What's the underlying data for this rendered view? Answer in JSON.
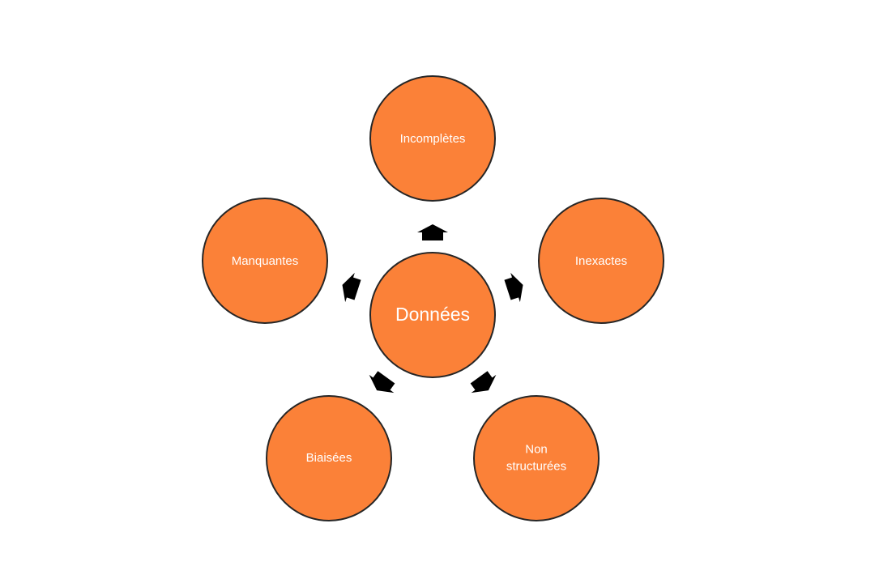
{
  "diagram": {
    "center": {
      "label": "Données"
    },
    "nodes": [
      {
        "id": "incompletes",
        "label": "Incomplètes"
      },
      {
        "id": "inexactes",
        "label": "Inexactes"
      },
      {
        "id": "non-structurees",
        "label": "Non structurées"
      },
      {
        "id": "biaisees",
        "label": "Biaisées"
      },
      {
        "id": "manquantes",
        "label": "Manquantes"
      }
    ],
    "colors": {
      "node_fill": "#FB8138",
      "node_stroke": "#262626",
      "arrow": "#000000",
      "text": "#FFFFFF"
    }
  }
}
